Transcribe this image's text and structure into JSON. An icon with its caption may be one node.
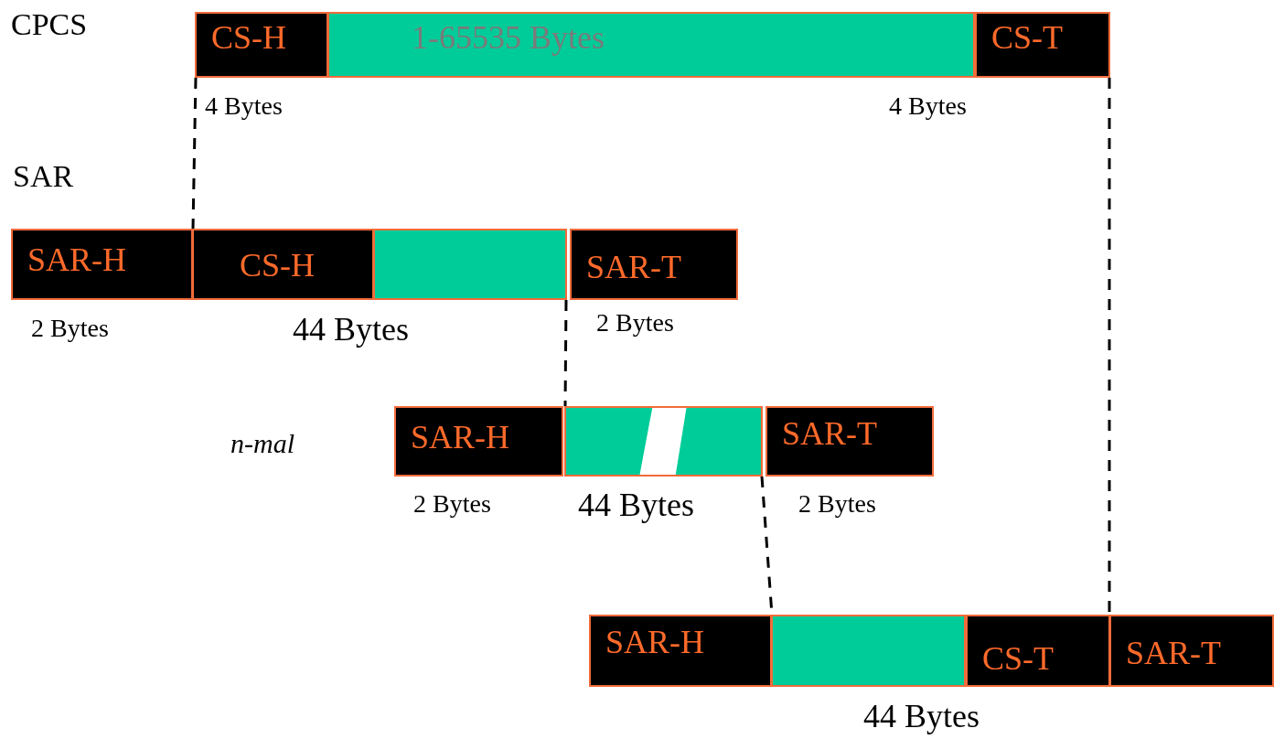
{
  "diagram": {
    "nodes": [
      {
        "text": [
          "CS-H"
        ]
      },
      {
        "text": [
          "1-65535 Bytes"
        ]
      },
      {
        "text": [
          "CS-T"
        ]
      },
      {
        "text": [
          "SAR-H"
        ]
      },
      {
        "text": [
          "CS-H"
        ]
      },
      {
        "text": [],
        "shape": "box"
      },
      {
        "text": [
          "SAR-T"
        ]
      },
      {
        "text": [
          "SAR-H"
        ]
      },
      {
        "text": [],
        "shape": "box"
      },
      {
        "text": [
          "SAR-T"
        ]
      },
      {
        "text": [
          "SAR-H"
        ]
      },
      {
        "text": [],
        "shape": "box"
      },
      {
        "text": [
          "CS-T"
        ]
      },
      {
        "text": [
          "SAR-T"
        ]
      }
    ],
    "edges": [
      {
        "from": 0,
        "to": 4,
        "arrow": "none",
        "style": "dashed"
      },
      {
        "from": 5,
        "to": 8,
        "arrow": "none",
        "style": "dashed"
      },
      {
        "from": 8,
        "to": 11,
        "arrow": "none",
        "style": "dashed"
      },
      {
        "from": 2,
        "to": 12,
        "arrow": "none",
        "style": "dashed"
      }
    ],
    "labels": [
      "CPCS",
      "4 Bytes",
      "4 Bytes",
      "SAR",
      "2 Bytes",
      "44 Bytes",
      "2 Bytes",
      "n-mal",
      "2 Bytes",
      "44 Bytes",
      "2 Bytes",
      "44 Bytes"
    ]
  }
}
